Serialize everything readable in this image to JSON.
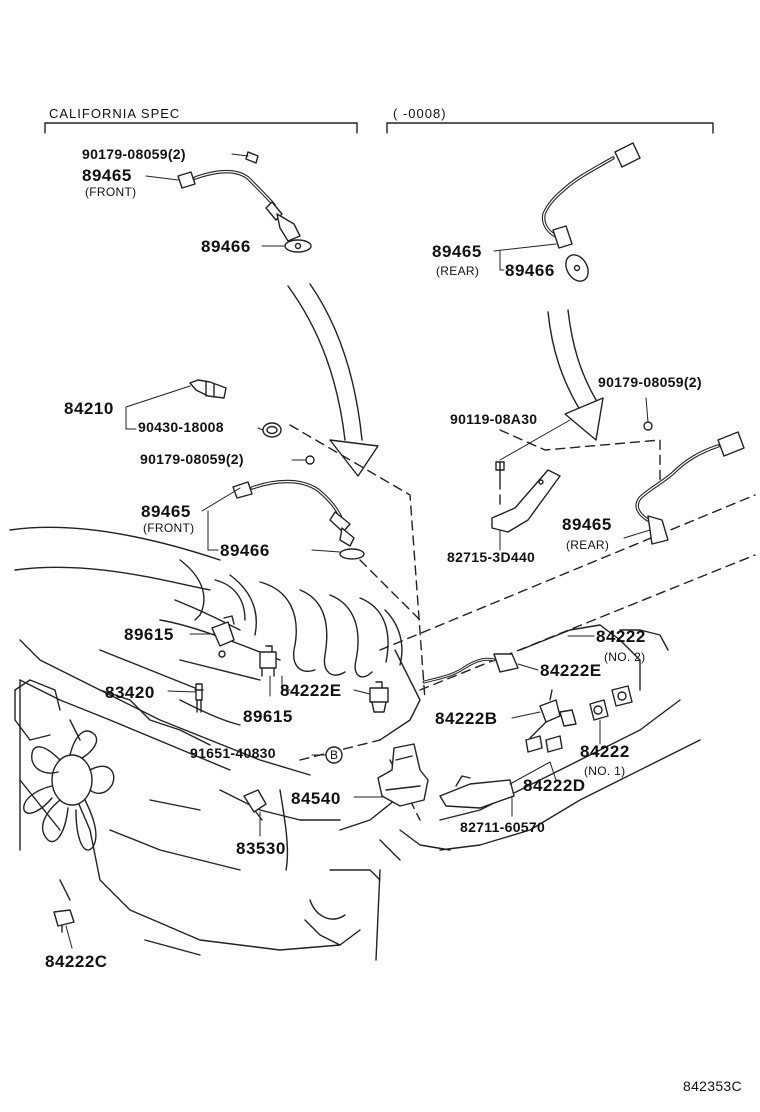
{
  "headers": {
    "california": "CALIFORNIA SPEC",
    "period": "(      -0008)"
  },
  "callouts": {
    "c1_bolt": "90179-08059(2)",
    "c1_89465": "89465",
    "c1_front": "(FRONT)",
    "c1_89466": "89466",
    "r1_89465": "89465",
    "r1_rear": "(REAR)",
    "r1_89466": "89466",
    "p_84210": "84210",
    "p_90430": "90430-18008",
    "m_bolt": "90179-08059(2)",
    "m_89465": "89465",
    "m_front": "(FRONT)",
    "m_89466": "89466",
    "r2_bolt": "90179-08059(2)",
    "r2_90119": "90119-08A30",
    "r2_89465": "89465",
    "r2_rear": "(REAR)",
    "r2_82715": "82715-3D440",
    "e_89615a": "89615",
    "e_83420": "83420",
    "e_89615b": "89615",
    "e_84222E_mid": "84222E",
    "e_91651": "91651-40830",
    "e_B": "B",
    "e_84540": "84540",
    "e_83530": "83530",
    "e_84222C": "84222C",
    "s_84222_no2": "84222",
    "s_no2": "(NO. 2)",
    "s_84222E": "84222E",
    "s_84222B": "84222B",
    "s_84222_no1": "84222",
    "s_no1": "(NO. 1)",
    "s_84222D": "84222D",
    "s_82711": "82711-60570"
  },
  "diagram_id": "842353C"
}
